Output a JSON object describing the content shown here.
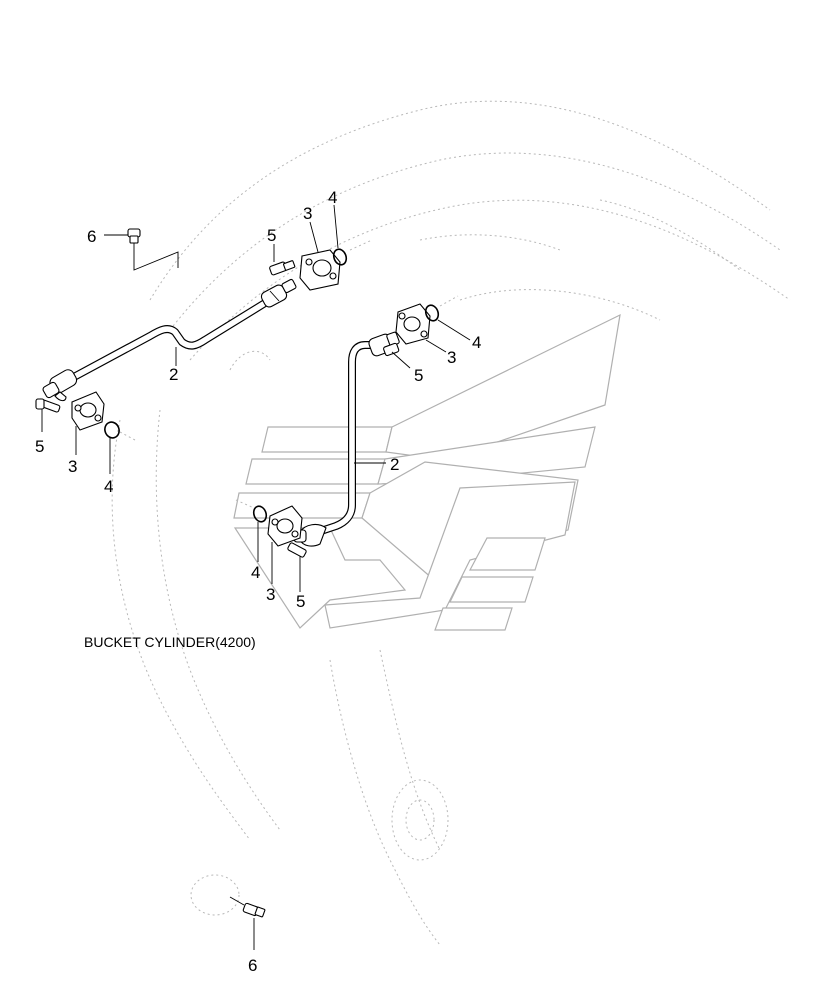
{
  "caption": "BUCKET CYLINDER(4200)",
  "callouts": {
    "pipe_upper": "2",
    "pipe_lower": "2",
    "flange_top_center": "3",
    "flange_right": "3",
    "flange_left": "3",
    "flange_bottom": "3",
    "oring_top_center": "4",
    "oring_right": "4",
    "oring_left": "4",
    "oring_bottom": "4",
    "bolt_top_center": "5",
    "bolt_right": "5",
    "bolt_left": "5",
    "bolt_bottom": "5",
    "fitting_top": "6",
    "fitting_bottom": "6"
  }
}
